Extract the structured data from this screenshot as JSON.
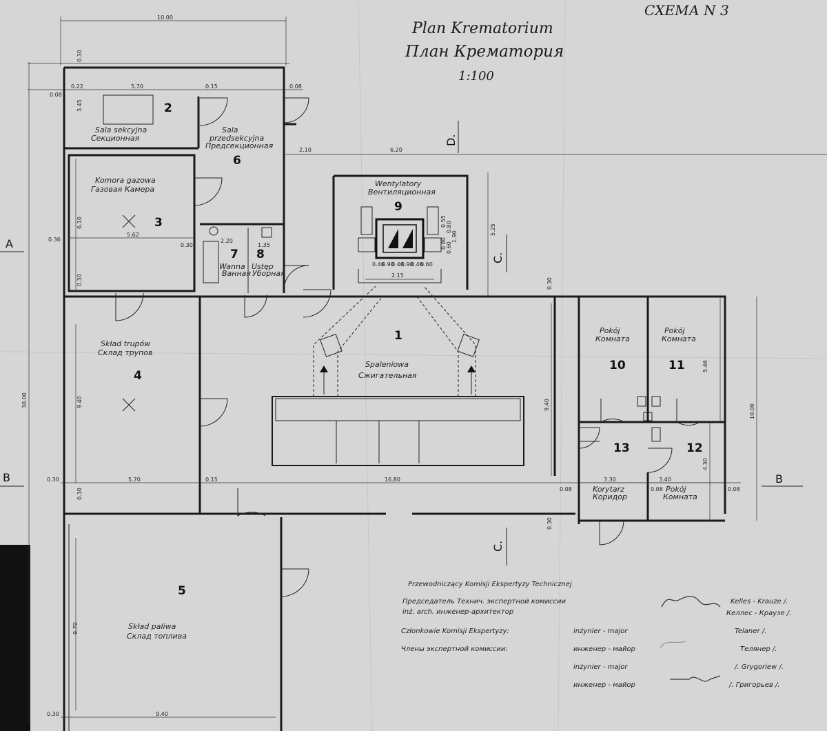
{
  "header": {
    "scheme": "СХЕМА N 3",
    "title_pl": "Plan Krematorium",
    "title_ru": "План Крематория",
    "scale": "1:100"
  },
  "rooms": [
    {
      "num": "2",
      "pl": "Sala sekcyjna",
      "ru": "Секционная"
    },
    {
      "num": "6",
      "pl": "Sala",
      "pl2": "przedsekcyjna",
      "ru": "Предсекционная"
    },
    {
      "num": "3",
      "pl": "Komora gazowa",
      "ru": "Газовая Камера"
    },
    {
      "num": "9",
      "pl": "Wentylatory",
      "ru": "Вентиляционная"
    },
    {
      "num": "7",
      "pl": "Wanna",
      "ru": "Ванная"
    },
    {
      "num": "8",
      "pl": "Ustęp",
      "ru": "Уборная"
    },
    {
      "num": "1",
      "pl": "Spaleniowa",
      "ru": "Сжигательная"
    },
    {
      "num": "4",
      "pl": "Skład trupów",
      "ru": "Склад трупов"
    },
    {
      "num": "10",
      "pl": "Pokój",
      "ru": "Комната"
    },
    {
      "num": "11",
      "pl": "Pokój",
      "ru": "Комната"
    },
    {
      "num": "13"
    },
    {
      "num": "12",
      "pl": "Pokój",
      "ru": "Комната"
    },
    {
      "num": "",
      "pl": "Korytarz",
      "ru": "Коридор"
    },
    {
      "num": "5",
      "pl": "Skład paliwa",
      "ru": "Склад топлива"
    }
  ],
  "dimensions": [
    "10.00",
    "0.30",
    "5.70",
    "0.15",
    "0.22",
    "0.08",
    "0.08",
    "3.45",
    "2.10",
    "6.20",
    "6.10",
    "0.36",
    "5.62",
    "0.30",
    "2.20",
    "1.35",
    "0.30",
    "5.25",
    "2.15",
    "1.90",
    "0.80",
    "0.55",
    "0.80",
    "0.60",
    "0.46",
    "0.90",
    "0.46",
    "0.90",
    "0.46",
    "0.60",
    "0.30",
    "30.00",
    "9.40",
    "0.30",
    "5.70",
    "0.15",
    "16.80",
    "9.40",
    "5.46",
    "10.00",
    "4.30",
    "3.30",
    "0.08",
    "3.40",
    "0.08",
    "0.08",
    "0.30",
    "0.30",
    "9.70",
    "0.30",
    "9.40"
  ],
  "axes": [
    "A",
    "B",
    "B",
    "C.",
    "C.",
    "D."
  ],
  "commission": {
    "line1_pl": "Przewodniczący Komisji Ekspertyzy Technicznej",
    "line1_ru": "Председатель Технич. экспертной комиссии",
    "line2": "inż. arch.   инженер-архитектор",
    "line3_pl": "Członkowie Komisji Ekspertyzy:",
    "line3_ru": "Члены экспертной комиссии:",
    "rank1_pl": "inżynier - major",
    "rank1_ru": "инженер - майор",
    "rank2_pl": "inżynier - major",
    "rank2_ru": "инженер - майор",
    "name1_pl": "Kelles - Krauze /.",
    "name1_ru": "Келлес - Краузе /.",
    "name2_pl": "Telaner /.",
    "name2_ru": "Телянер /.",
    "name3_pl": "/. Grygoriew /.",
    "name3_ru": "/. Григорьев /."
  }
}
